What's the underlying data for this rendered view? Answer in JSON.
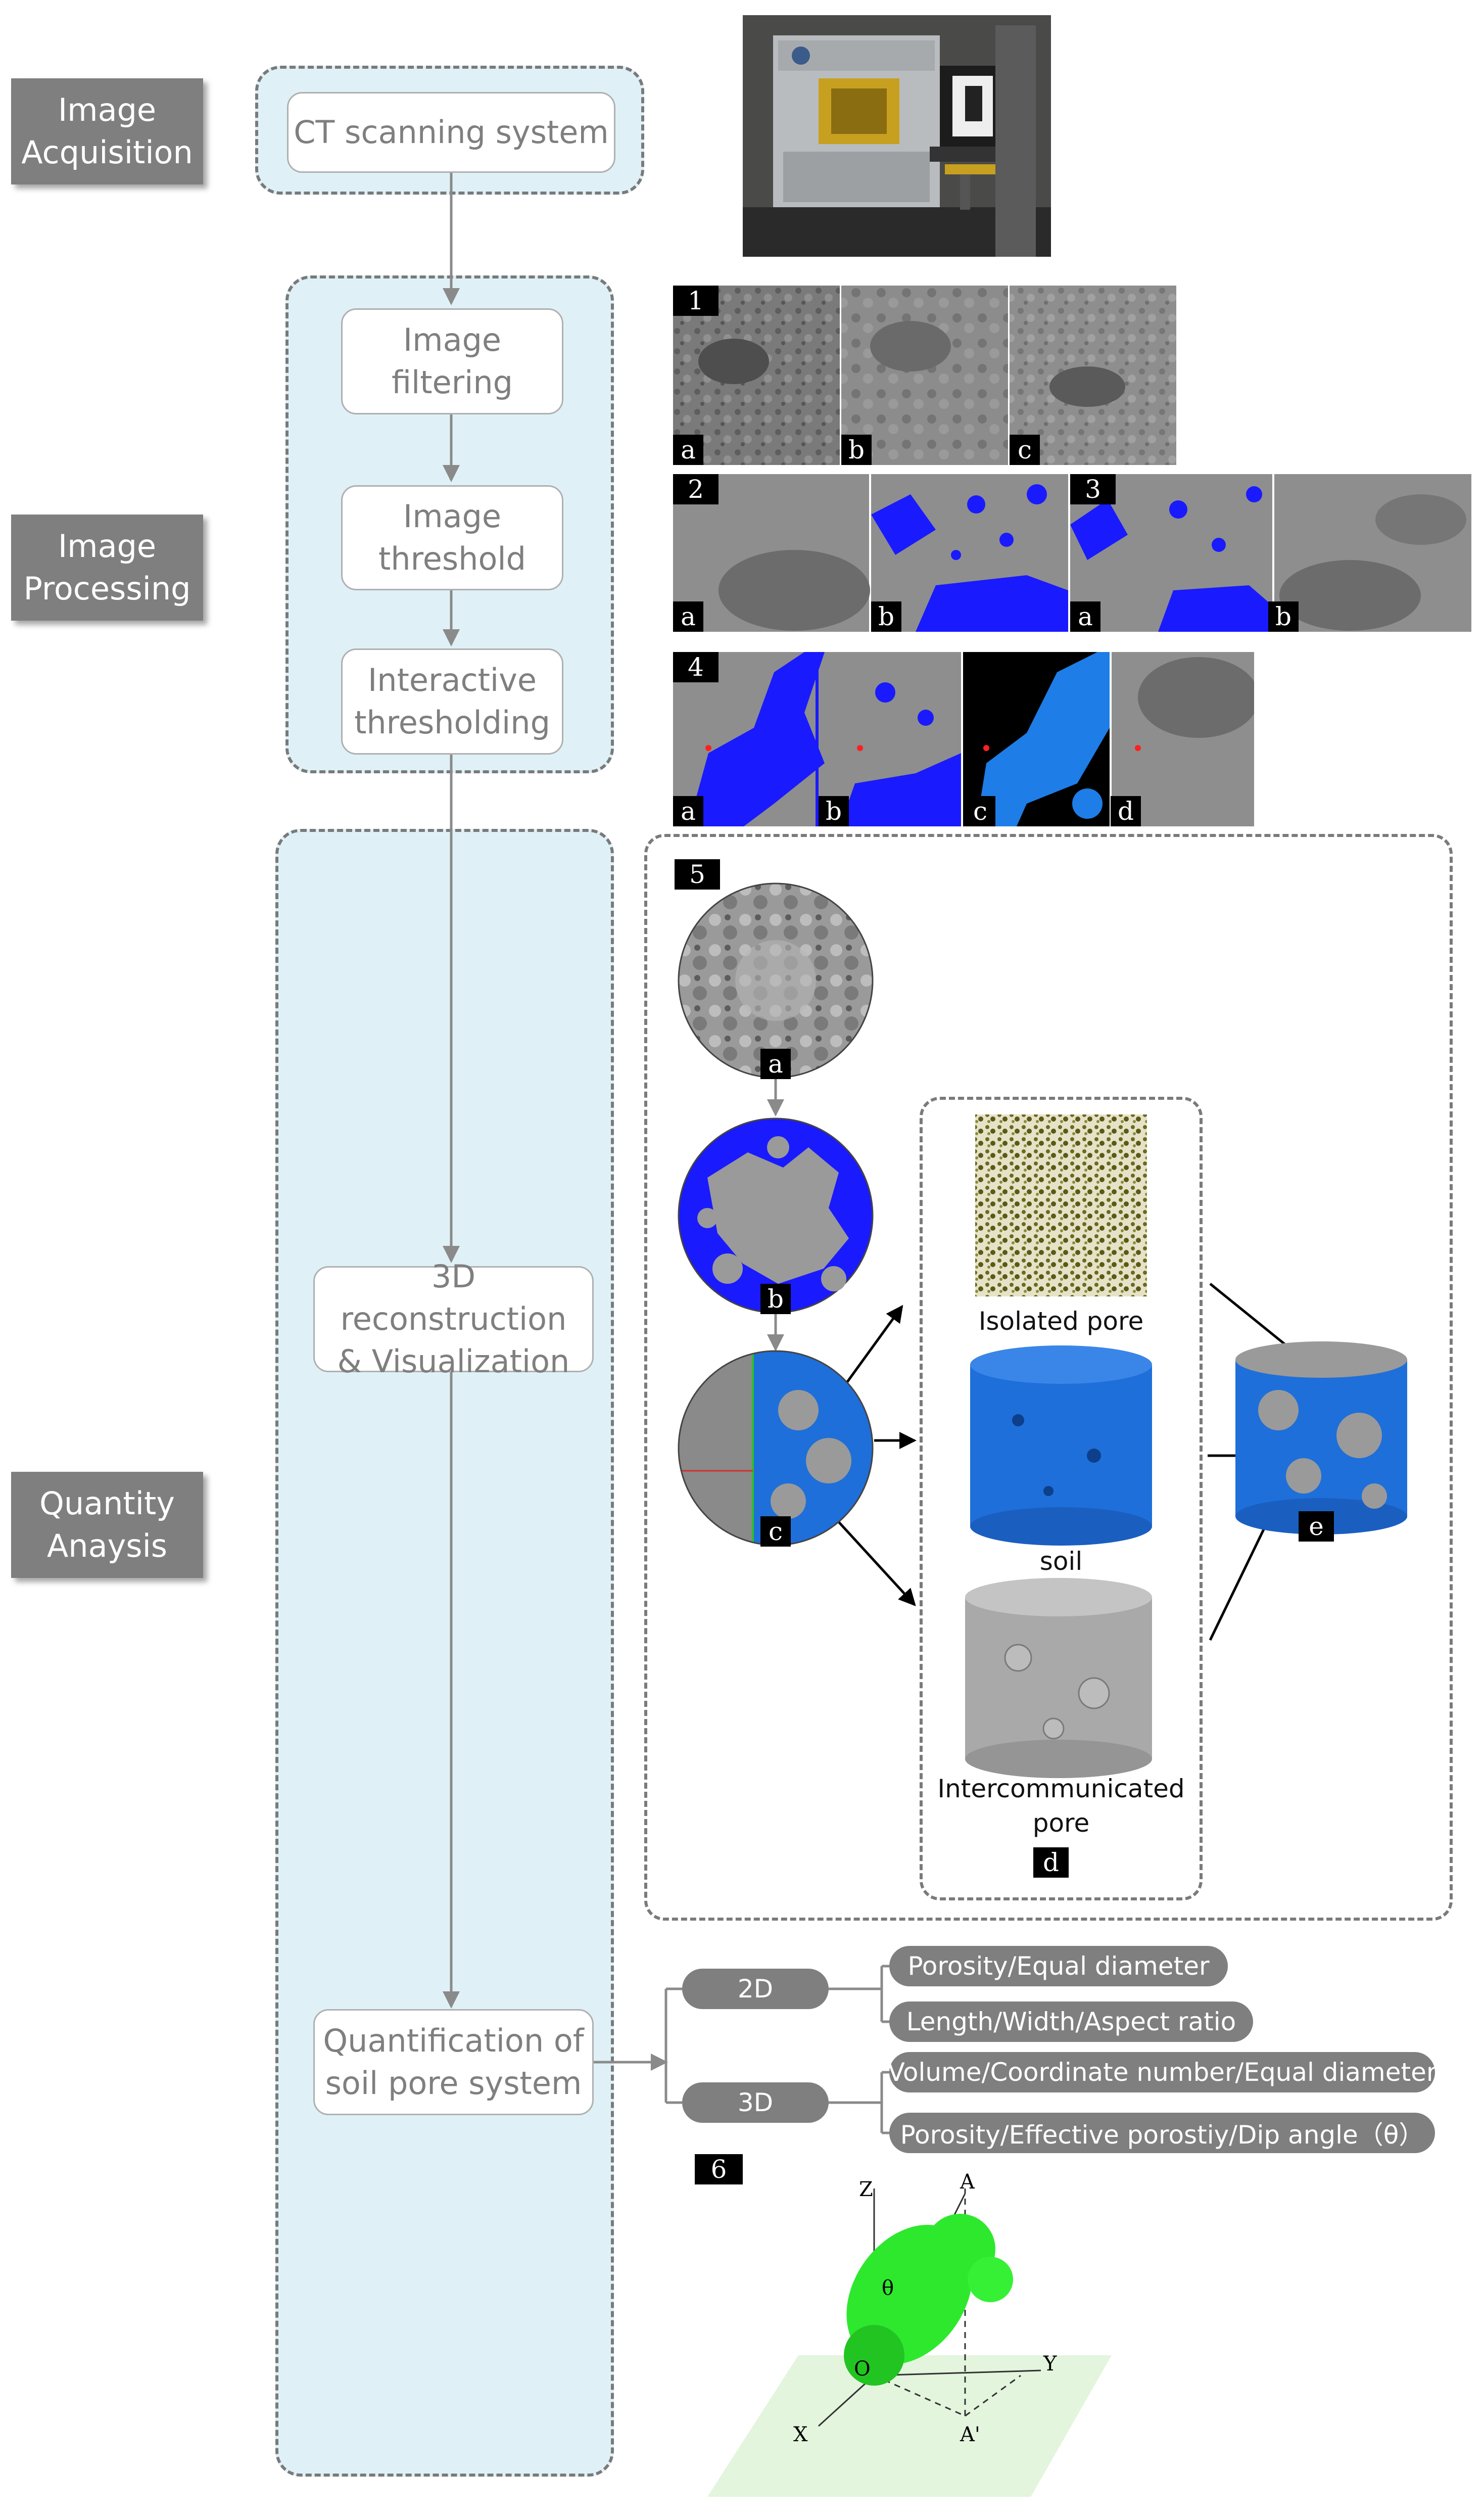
{
  "stages": {
    "acquisition": "Image\nAcquisition",
    "processing": "Image\nProcessing",
    "quantity": "Quantity\nAnaysis"
  },
  "steps": {
    "ct": "CT scanning system",
    "filtering": "Image\nfiltering",
    "threshold": "Image\nthreshold",
    "interactive": "Interactive\nthresholding",
    "recon": "3D reconstruction\n& Visualization",
    "quant": "Quantification of\nsoil pore system"
  },
  "panel_numbers": [
    "1",
    "2",
    "3",
    "4",
    "5",
    "6"
  ],
  "sub_letters": {
    "a": "a",
    "b": "b",
    "c": "c",
    "d": "d",
    "e": "e"
  },
  "captions": {
    "isolated": "Isolated pore",
    "soil": "soil",
    "inter": "Intercommunicated\npore"
  },
  "quant": {
    "d2": "2D",
    "d3": "3D",
    "m2a": "Porosity/Equal diameter",
    "m2b": "Length/Width/Aspect ratio",
    "m3a": "Volume/Coordinate number/Equal diameter",
    "m3b": "Porosity/Effective porostiy/Dip angle（θ）"
  },
  "axes": {
    "z": "Z",
    "y": "Y",
    "x": "X",
    "o": "O",
    "a": "A",
    "a2": "A'",
    "theta": "θ"
  },
  "colors": {
    "pore_blue": "#1a1aff",
    "soil_blue": "#1e6fd9",
    "stage_gray": "#7f7f7f",
    "group_fill": "#dff1f7",
    "pore_green": "#2ee82e"
  }
}
